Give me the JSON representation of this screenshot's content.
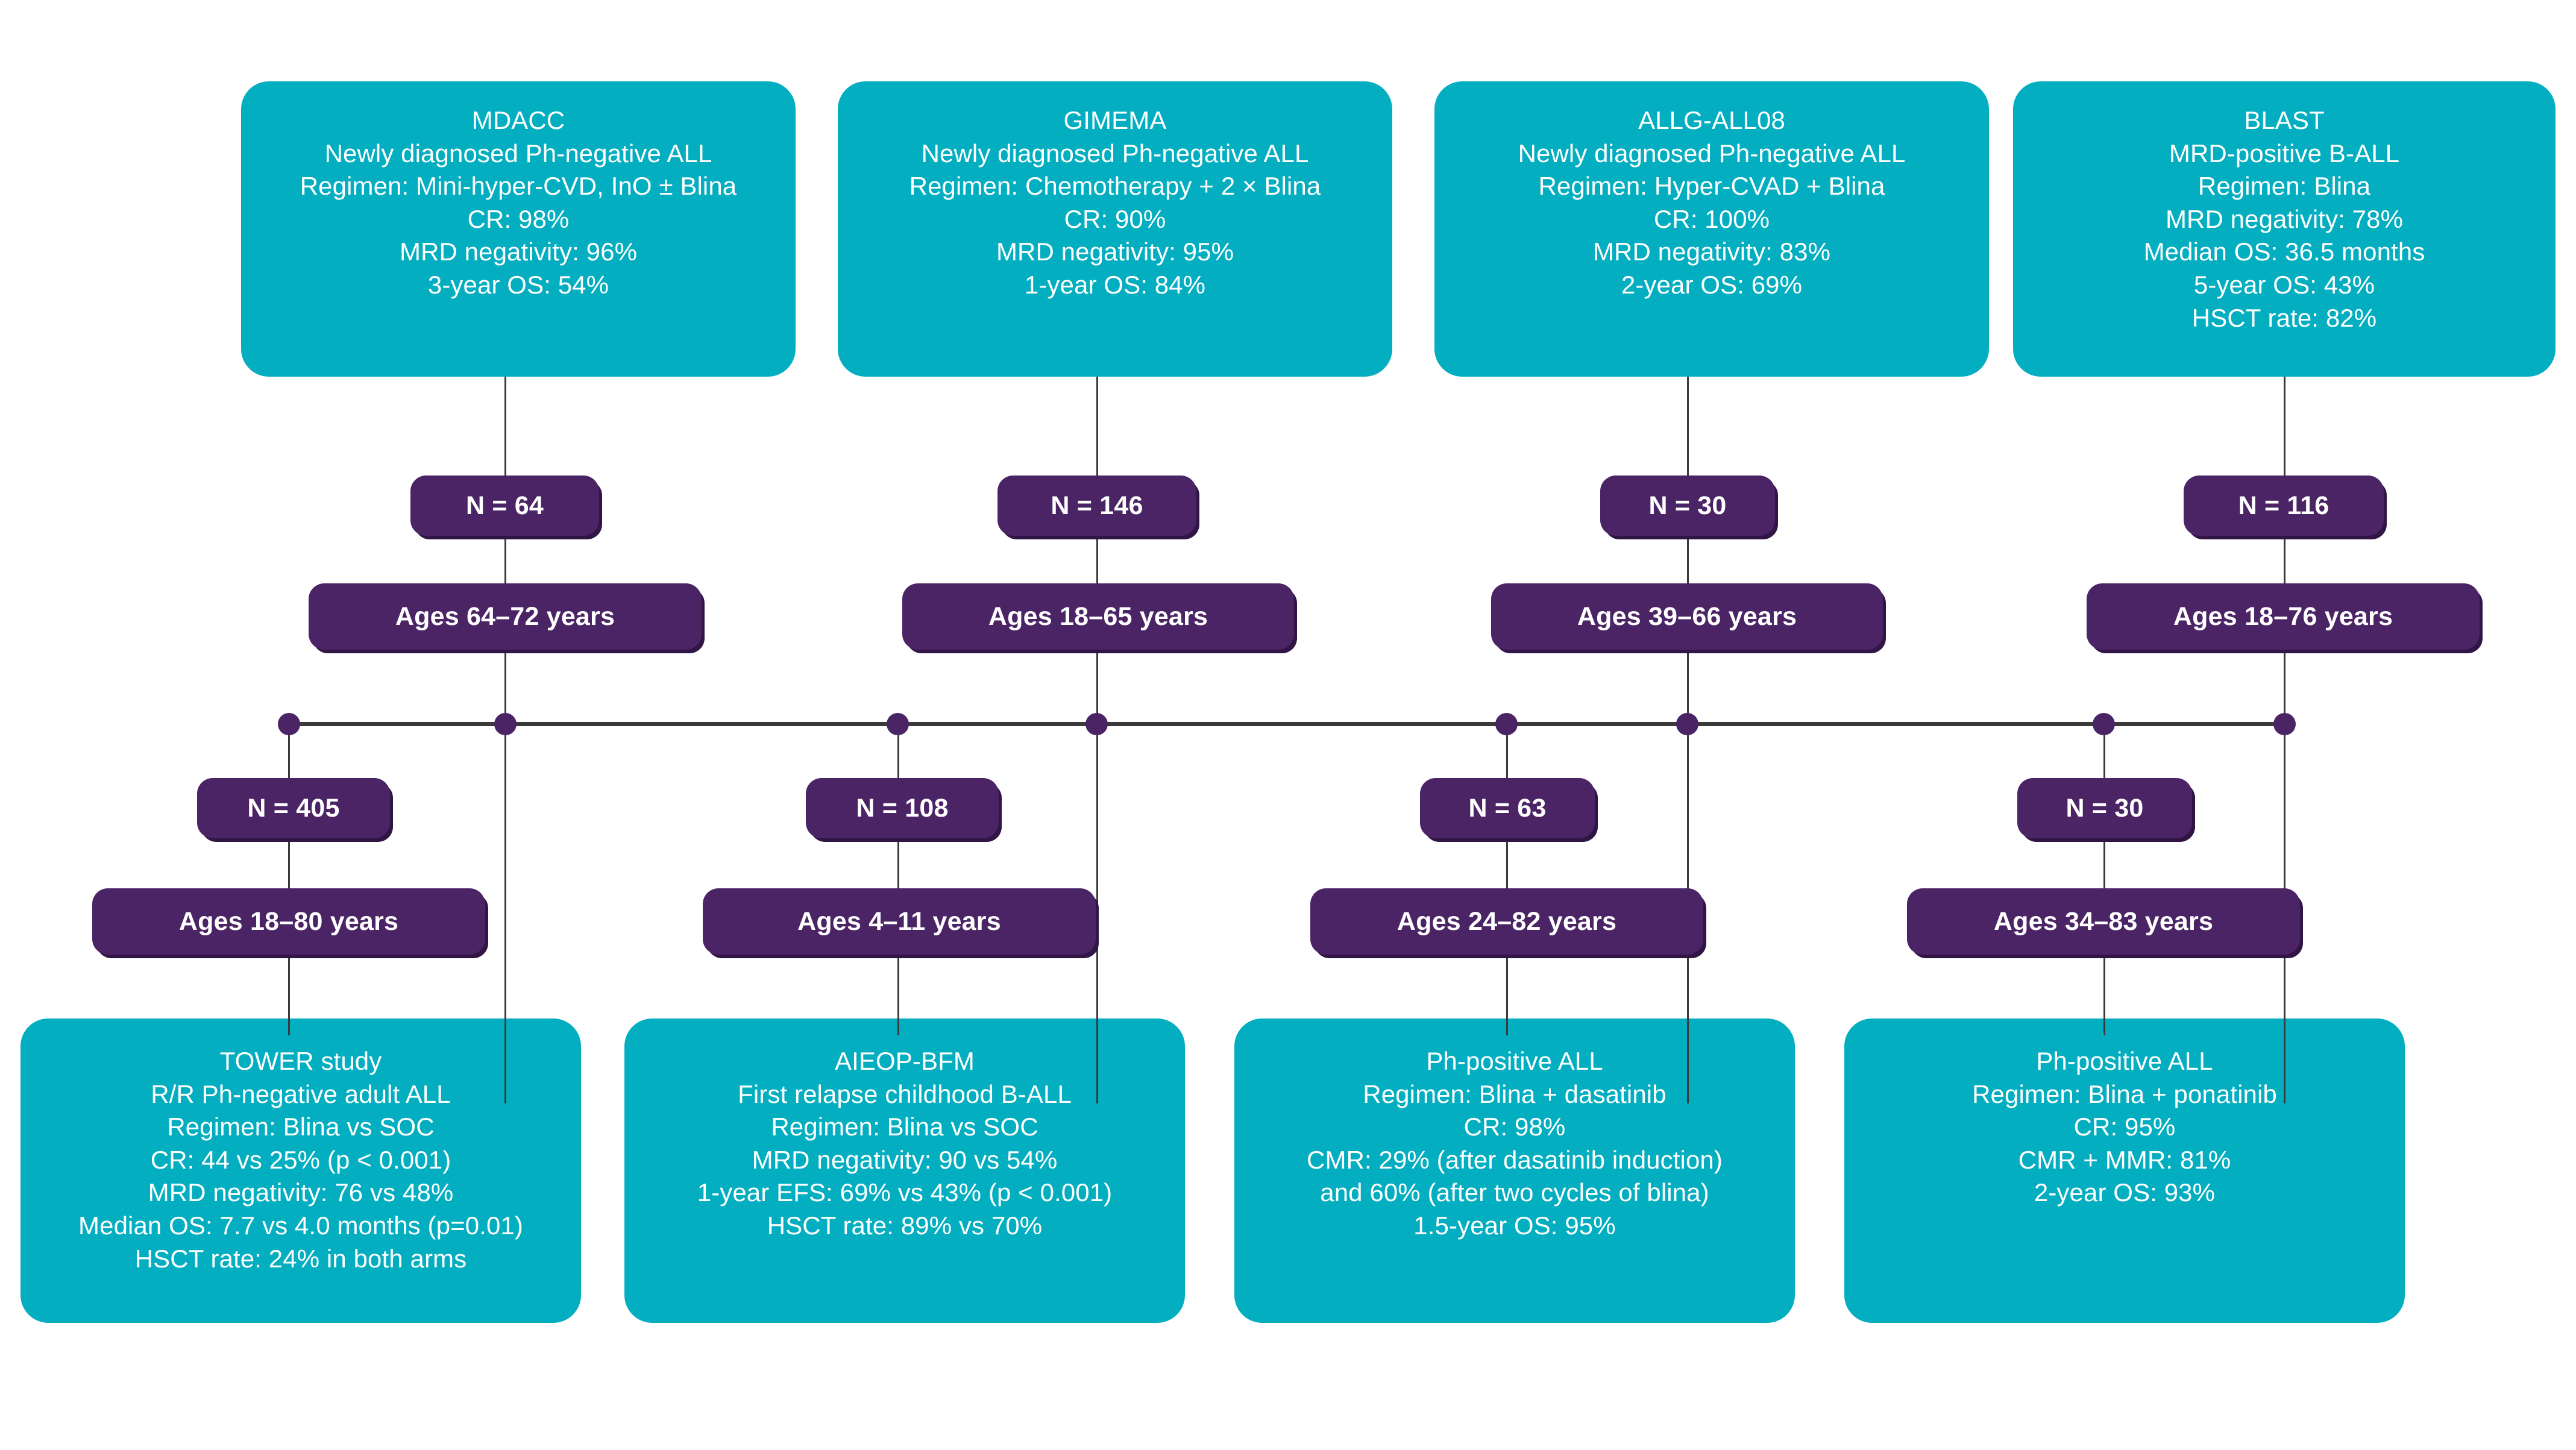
{
  "colors": {
    "teal": "#03AEC0",
    "purple": "#4B2466",
    "purple_shadow": "#311645",
    "connector": "#3A3A3A",
    "text_on_card": "#FFFFFF"
  },
  "top_studies": [
    {
      "name": "MDACC",
      "lines": [
        "MDACC",
        "Newly diagnosed Ph-negative ALL",
        "Regimen: Mini-hyper-CVD, InO ± Blina",
        "CR: 98%",
        "MRD negativity: 96%",
        "3-year OS: 54%"
      ],
      "n_label": "N = 64",
      "ages_label": "Ages 64–72 years"
    },
    {
      "name": "GIMEMA",
      "lines": [
        "GIMEMA",
        "Newly diagnosed Ph-negative ALL",
        "Regimen: Chemotherapy + 2 × Blina",
        "CR: 90%",
        "MRD negativity: 95%",
        "1-year OS: 84%"
      ],
      "n_label": "N = 146",
      "ages_label": "Ages 18–65 years"
    },
    {
      "name": "ALLG-ALL08",
      "lines": [
        "ALLG-ALL08",
        "Newly diagnosed Ph-negative ALL",
        "Regimen: Hyper-CVAD + Blina",
        "CR: 100%",
        "MRD negativity: 83%",
        "2-year OS: 69%"
      ],
      "n_label": "N = 30",
      "ages_label": "Ages 39–66 years"
    },
    {
      "name": "BLAST",
      "lines": [
        "BLAST",
        "MRD-positive B-ALL",
        "Regimen: Blina",
        "MRD negativity: 78%",
        "Median OS: 36.5 months",
        "5-year OS: 43%",
        "HSCT rate: 82%"
      ],
      "n_label": "N = 116",
      "ages_label": "Ages 18–76 years"
    }
  ],
  "bottom_studies": [
    {
      "name": "TOWER study",
      "n_label": "N = 405",
      "ages_label": "Ages 18–80 years",
      "lines": [
        "TOWER study",
        "R/R Ph-negative adult ALL",
        "Regimen: Blina vs SOC",
        "CR: 44 vs 25% (p < 0.001)",
        "MRD negativity: 76 vs 48%",
        "Median OS: 7.7 vs 4.0 months (p=0.01)",
        "HSCT rate: 24% in both arms"
      ]
    },
    {
      "name": "AIEOP-BFM",
      "n_label": "N = 108",
      "ages_label": "Ages 4–11 years",
      "lines": [
        "AIEOP-BFM",
        "First relapse childhood B-ALL",
        "Regimen: Blina vs SOC",
        "MRD negativity: 90 vs 54%",
        "1-year EFS: 69% vs 43% (p < 0.001)",
        "HSCT rate: 89% vs 70%"
      ]
    },
    {
      "name": "Ph-positive ALL (dasatinib)",
      "n_label": "N = 63",
      "ages_label": "Ages 24–82 years",
      "lines": [
        "Ph-positive ALL",
        "Regimen: Blina + dasatinib",
        "CR: 98%",
        "CMR: 29% (after dasatinib induction)",
        "and 60% (after two cycles of blina)",
        "1.5-year OS: 95%"
      ]
    },
    {
      "name": "Ph-positive ALL (ponatinib)",
      "n_label": "N = 30",
      "ages_label": "Ages 34–83 years",
      "lines": [
        "Ph-positive ALL",
        "Regimen: Blina + ponatinib",
        "CR: 95%",
        "CMR + MMR: 81%",
        "2-year OS: 93%"
      ]
    }
  ]
}
